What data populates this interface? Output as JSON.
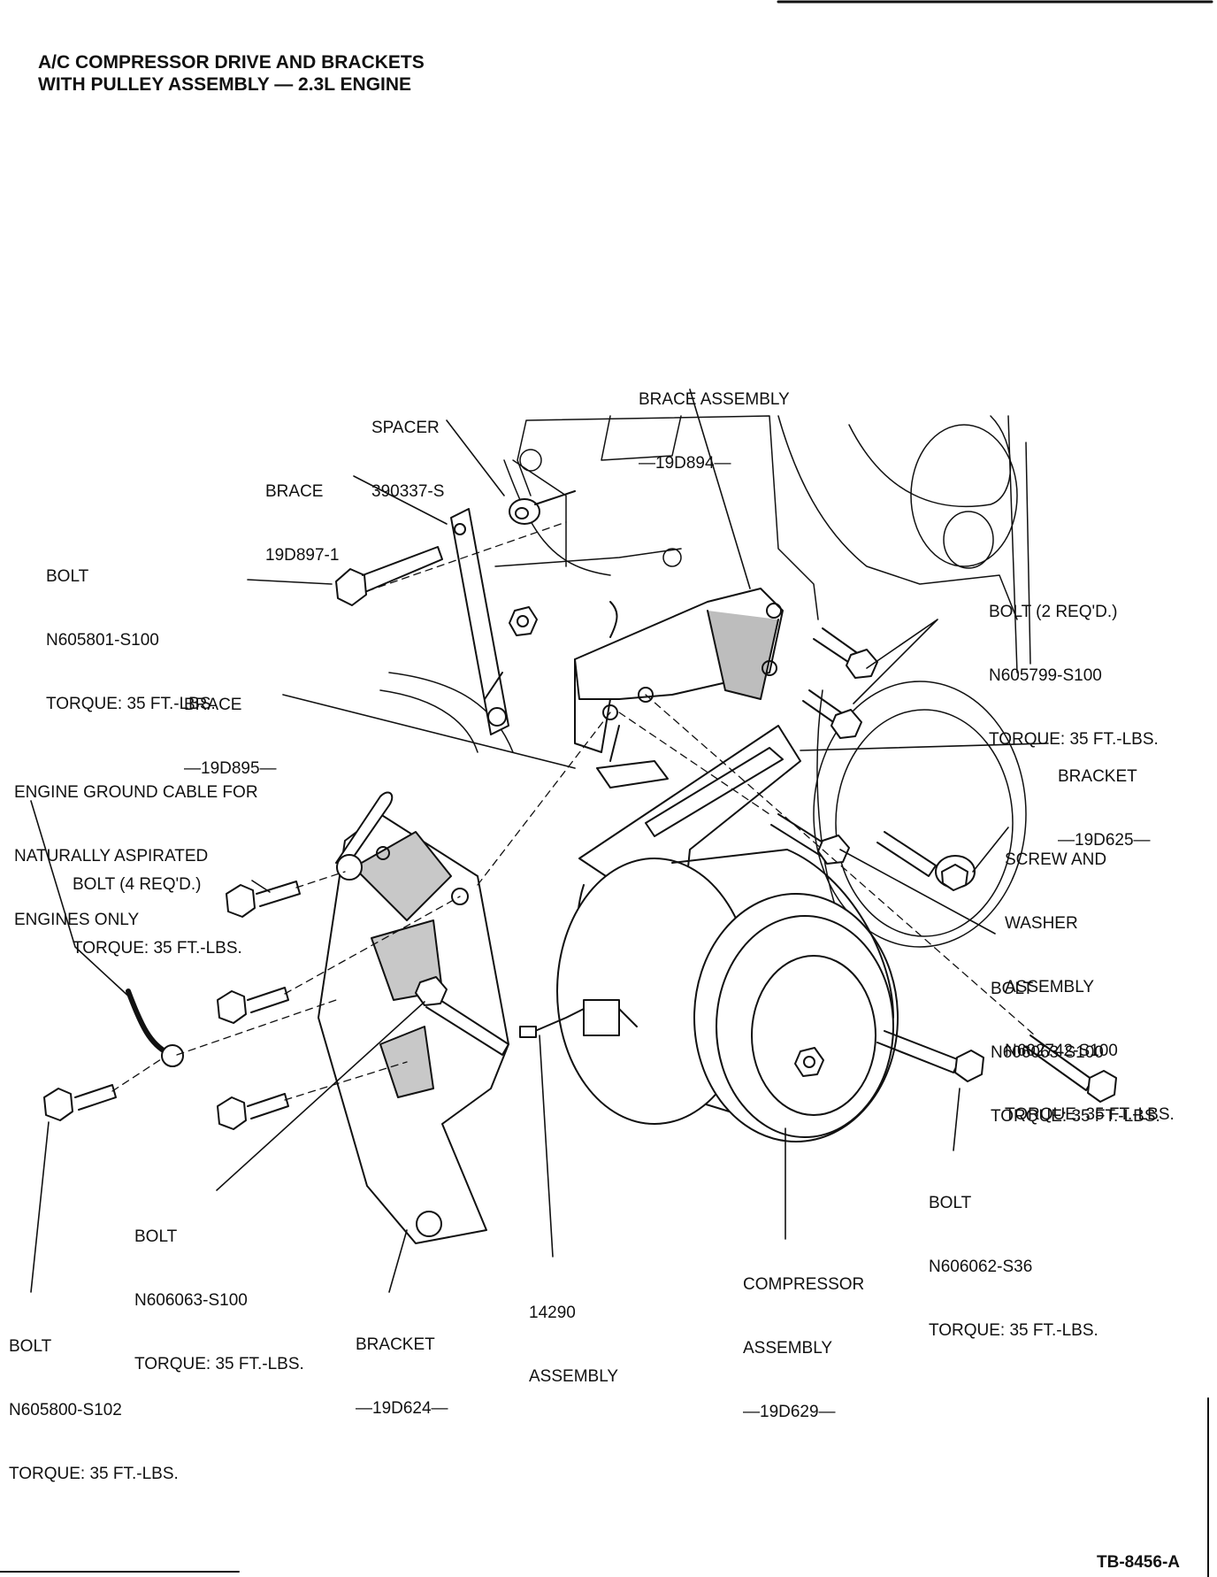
{
  "title": {
    "line1": "A/C COMPRESSOR DRIVE AND BRACKETS",
    "line2": "WITH PULLEY ASSEMBLY — 2.3L ENGINE"
  },
  "labels": {
    "brace_assembly": [
      "BRACE ASSEMBLY",
      "—19D894—"
    ],
    "spacer": [
      "SPACER",
      "390337-S"
    ],
    "brace_19d897": [
      "BRACE",
      "19D897-1"
    ],
    "bolt_n605801": [
      "BOLT",
      "N605801-S100",
      "TORQUE: 35 FT.-LBS."
    ],
    "bolt_n605799": [
      "BOLT (2 REQ'D.)",
      "N605799-S100",
      "TORQUE: 35 FT.-LBS."
    ],
    "brace_19d895": [
      "BRACE",
      "—19D895—"
    ],
    "bracket_19d625": [
      "BRACKET",
      "—19D625—"
    ],
    "ground_cable": [
      "ENGINE GROUND CABLE FOR",
      "NATURALLY ASPIRATED",
      "ENGINES ONLY"
    ],
    "bolt_4req": [
      "BOLT (4 REQ'D.)",
      "TORQUE: 35 FT.-LBS."
    ],
    "screw_washer": [
      "SCREW AND",
      "WASHER",
      "ASSEMBLY",
      "N602742-S100",
      "TORQUE: 35 FT.-LBS."
    ],
    "bolt_n606063_right": [
      "BOLT",
      "N606063-S100",
      "TORQUE: 35 FT.-LBS."
    ],
    "bolt_n606062": [
      "BOLT",
      "N606062-S36",
      "TORQUE: 35 FT.-LBS."
    ],
    "bolt_n606063_left": [
      "BOLT",
      "N606063-S100",
      "TORQUE: 35 FT.-LBS."
    ],
    "compressor": [
      "COMPRESSOR",
      "ASSEMBLY",
      "—19D629—"
    ],
    "assembly_14290": [
      "14290",
      "ASSEMBLY"
    ],
    "bracket_19d624": [
      "BRACKET",
      "—19D624—"
    ],
    "bolt_n605800": [
      "BOLT",
      "N605800-S102",
      "TORQUE: 35 FT.-LBS."
    ]
  },
  "footer": {
    "code": "TB-8456-A"
  }
}
